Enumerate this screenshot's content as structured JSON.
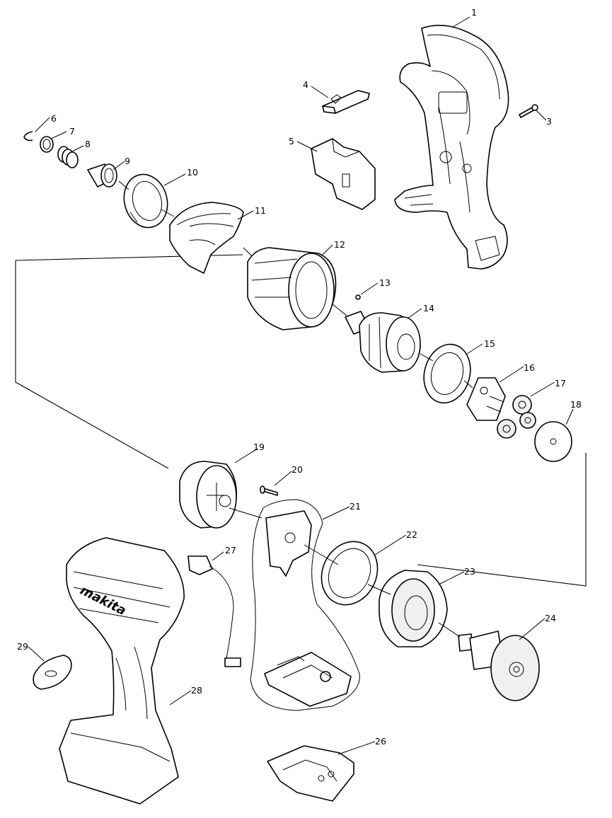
{
  "diagram": {
    "type": "exploded-parts-diagram",
    "brand_logo": "makita",
    "parts": [
      {
        "id": "1",
        "label": "1",
        "icon": "housing-half-icon"
      },
      {
        "id": "3",
        "label": "3",
        "icon": "screw-icon"
      },
      {
        "id": "4",
        "label": "4",
        "icon": "switch-lever-icon"
      },
      {
        "id": "5",
        "label": "5",
        "icon": "switch-icon"
      },
      {
        "id": "6",
        "label": "6",
        "icon": "retaining-ring-icon"
      },
      {
        "id": "7",
        "label": "7",
        "icon": "washer-icon"
      },
      {
        "id": "8",
        "label": "8",
        "icon": "spring-icon"
      },
      {
        "id": "9",
        "label": "9",
        "icon": "sleeve-icon"
      },
      {
        "id": "10",
        "label": "10",
        "icon": "ring-cover-icon"
      },
      {
        "id": "11",
        "label": "11",
        "icon": "bumper-icon"
      },
      {
        "id": "12",
        "label": "12",
        "icon": "hammer-case-icon"
      },
      {
        "id": "13",
        "label": "13",
        "icon": "steel-ball-icon"
      },
      {
        "id": "14",
        "label": "14",
        "icon": "anvil-hammer-icon"
      },
      {
        "id": "15",
        "label": "15",
        "icon": "o-ring-icon"
      },
      {
        "id": "16",
        "label": "16",
        "icon": "spindle-plate-icon"
      },
      {
        "id": "17",
        "label": "17",
        "icon": "gear-set-icon"
      },
      {
        "id": "18",
        "label": "18",
        "icon": "flat-washer-icon"
      },
      {
        "id": "19",
        "label": "19",
        "icon": "gear-housing-icon"
      },
      {
        "id": "20",
        "label": "20",
        "icon": "tapping-screw-icon"
      },
      {
        "id": "21",
        "label": "21",
        "icon": "baffle-plate-icon"
      },
      {
        "id": "22",
        "label": "22",
        "icon": "sensor-ring-icon"
      },
      {
        "id": "23",
        "label": "23",
        "icon": "stator-icon"
      },
      {
        "id": "24",
        "label": "24",
        "icon": "rotor-icon"
      },
      {
        "id": "26",
        "label": "26",
        "icon": "terminal-icon"
      },
      {
        "id": "27",
        "label": "27",
        "icon": "led-circuit-icon"
      },
      {
        "id": "28",
        "label": "28",
        "icon": "housing-set-icon"
      },
      {
        "id": "29",
        "label": "29",
        "icon": "button-cap-icon"
      }
    ]
  }
}
